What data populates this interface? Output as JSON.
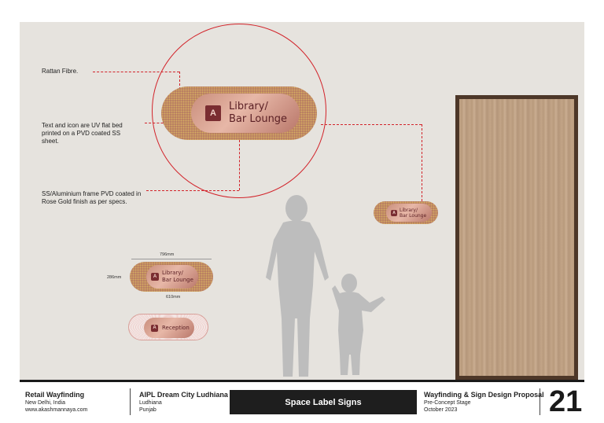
{
  "annotations": {
    "rattan": "Rattan Fibre.",
    "uv_print": "Text and icon are UV flat bed printed  on a PVD coated SS sheet.",
    "frame": "SS/Aluminium  frame PVD coated in Rose Gold finish as per specs."
  },
  "signs": {
    "library_line1": "Library/",
    "library_line2": "Bar Lounge",
    "reception": "Reception",
    "icon_glyph": "A"
  },
  "dimensions": {
    "width_top": "796mm",
    "height": "286mm",
    "width_bottom": "610mm"
  },
  "footer": {
    "left_title": "Retail Wayfinding",
    "left_line1": "New Delhi, India",
    "left_line2": "www.akashmannaya.com",
    "project_title": "AIPL Dream City Ludhiana",
    "project_line1": "Ludhiana",
    "project_line2": "Punjab",
    "center_title": "Space Label Signs",
    "right_title": "Wayfinding & Sign Design Proposal",
    "right_line1": "Pre-Concept Stage",
    "right_line2": "October 2023",
    "page_number": "21"
  },
  "colors": {
    "accent_red": "#d2232a",
    "rose_gold": "#d9a394",
    "icon_maroon": "#7a2d31",
    "door_wood": "#c3a588"
  }
}
